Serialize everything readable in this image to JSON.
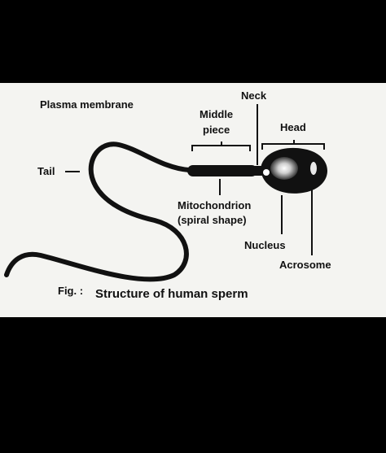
{
  "diagram": {
    "labels": {
      "plasma_membrane": "Plasma membrane",
      "neck": "Neck",
      "middle_piece_line1": "Middle",
      "middle_piece_line2": "piece",
      "head": "Head",
      "tail": "Tail",
      "mitochondrion_line1": "Mitochondrion",
      "mitochondrion_line2": "(spiral shape)",
      "nucleus": "Nucleus",
      "acrosome": "Acrosome"
    },
    "caption": {
      "prefix": "Fig. :",
      "text": "Structure of human sperm"
    }
  },
  "colors": {
    "background": "#000000",
    "panel": "#f4f4f1",
    "ink": "#111111"
  }
}
